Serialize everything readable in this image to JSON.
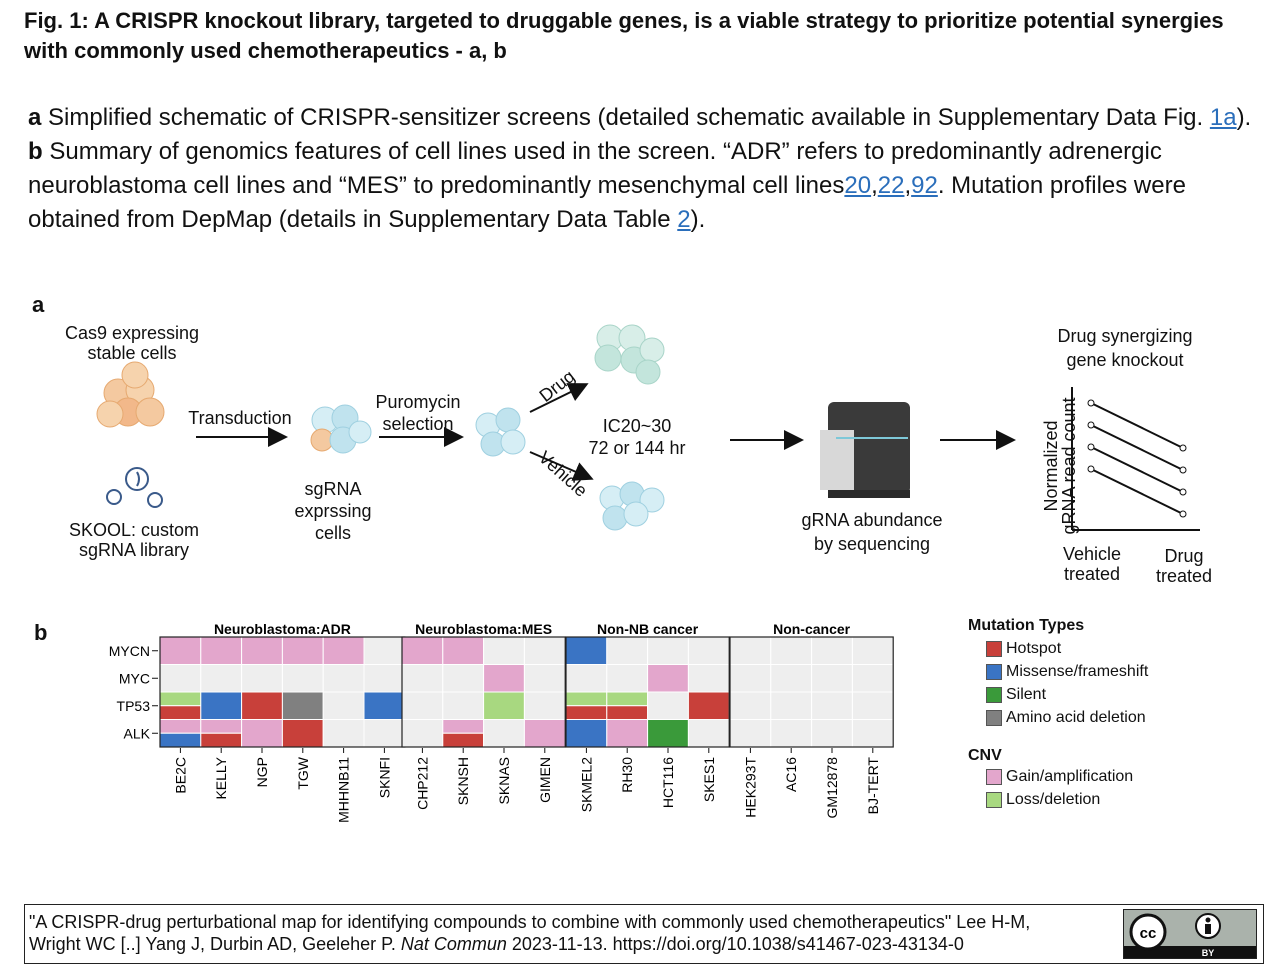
{
  "figure": {
    "title": "Fig. 1: A CRISPR knockout library, targeted to druggable genes, is a viable strategy to prioritize potential synergies with commonly used chemotherapeutics - a, b"
  },
  "caption": {
    "a_label": "a",
    "a_text": " Simplified schematic of CRISPR-sensitizer screens (detailed schematic available in Supplementary Data Fig. ",
    "a_link": "1a",
    "a_end": "). ",
    "b_label": "b",
    "b_text": " Summary of genomics features of cell lines used in the screen. “ADR” refers to predominantly adrenergic neuroblastoma cell lines and “MES” to predominantly mesenchymal cell lines",
    "ref1": "20",
    "comma1": ",",
    "ref2": "22",
    "comma2": ",",
    "ref3": "92",
    "b_end": ". Mutation profiles were obtained from DepMap (details in Supplementary Data Table ",
    "table_link": "2",
    "final": ")."
  },
  "panel_a": {
    "letter": "a",
    "cas9": "Cas9 expressing\nstable cells",
    "skool": "SKOOL: custom\nsgRNA library",
    "transduction": "Transduction",
    "sgrna_cells": "sgRNA\nexprssing\ncells",
    "puromycin": "Puromycin\nselection",
    "drug": "Drug",
    "vehicle": "Vehicle",
    "ic": "IC20~30\n72 or 144 hr",
    "gRNA_abundance": "gRNA abundance\nby sequencing",
    "synergy_title": "Drug synergizing\ngene knockout",
    "ylabel": "Normalized\ngRNA read count",
    "x_vehicle": "Vehicle\ntreated",
    "x_drug": "Drug\ntreated"
  },
  "panel_b": {
    "letter": "b",
    "groups": [
      "Neuroblastoma:ADR",
      "Neuroblastoma:MES",
      "Non-NB cancer",
      "Non-cancer"
    ],
    "genes": [
      "MYCN",
      "MYC",
      "TP53",
      "ALK"
    ],
    "cell_lines": [
      [
        "BE2C",
        "KELLY",
        "NGP",
        "TGW",
        "MHHNB11",
        "SKNFI"
      ],
      [
        "CHP212",
        "SKNSH",
        "SKNAS",
        "GIMEN"
      ],
      [
        "SKMEL2",
        "RH30",
        "HCT116",
        "SKES1"
      ],
      [
        "HEK293T",
        "AC16",
        "GM12878",
        "BJ-TERT"
      ]
    ],
    "legend": {
      "mutation_title": "Mutation Types",
      "mutation_items": [
        {
          "label": "Hotspot",
          "color": "#c8403a"
        },
        {
          "label": "Missense/frameshift",
          "color": "#3a74c4"
        },
        {
          "label": "Silent",
          "color": "#3a9a3a"
        },
        {
          "label": "Amino acid deletion",
          "color": "#808080"
        }
      ],
      "cnv_title": "CNV",
      "cnv_items": [
        {
          "label": "Gain/amplification",
          "color": "#e3a6cc"
        },
        {
          "label": "Loss/deletion",
          "color": "#a8d880"
        }
      ]
    },
    "colors": {
      "empty": "#eeeeee",
      "gain": "#e3a6cc",
      "loss": "#a8d880",
      "hotspot": "#c8403a",
      "missense": "#3a74c4",
      "silent": "#3a9a3a",
      "deletion": "#808080"
    },
    "cells": [
      [
        {
          "MYCN": [
            "gain"
          ],
          "MYC": [],
          "TP53": [
            "loss",
            "hotspot"
          ],
          "ALK": [
            "gain",
            "missense"
          ]
        },
        {
          "MYCN": [
            "gain"
          ],
          "MYC": [],
          "TP53": [
            "missense"
          ],
          "ALK": [
            "gain",
            "hotspot"
          ]
        },
        {
          "MYCN": [
            "gain"
          ],
          "MYC": [],
          "TP53": [
            "hotspot"
          ],
          "ALK": [
            "gain"
          ]
        },
        {
          "MYCN": [
            "gain"
          ],
          "MYC": [],
          "TP53": [
            "deletion"
          ],
          "ALK": [
            "hotspot"
          ]
        },
        {
          "MYCN": [
            "gain"
          ],
          "MYC": [],
          "TP53": [],
          "ALK": []
        },
        {
          "MYCN": [],
          "MYC": [],
          "TP53": [
            "missense"
          ],
          "ALK": []
        }
      ],
      [
        {
          "MYCN": [
            "gain"
          ],
          "MYC": [],
          "TP53": [],
          "ALK": []
        },
        {
          "MYCN": [
            "gain"
          ],
          "MYC": [],
          "TP53": [],
          "ALK": [
            "gain",
            "hotspot"
          ]
        },
        {
          "MYCN": [],
          "MYC": [
            "gain"
          ],
          "TP53": [
            "loss"
          ],
          "ALK": []
        },
        {
          "MYCN": [],
          "MYC": [],
          "TP53": [],
          "ALK": [
            "gain"
          ]
        }
      ],
      [
        {
          "MYCN": [
            "missense"
          ],
          "MYC": [],
          "TP53": [
            "loss",
            "hotspot"
          ],
          "ALK": [
            "missense"
          ]
        },
        {
          "MYCN": [],
          "MYC": [],
          "TP53": [
            "loss",
            "hotspot"
          ],
          "ALK": [
            "gain"
          ]
        },
        {
          "MYCN": [],
          "MYC": [
            "gain"
          ],
          "TP53": [],
          "ALK": [
            "silent"
          ]
        },
        {
          "MYCN": [],
          "MYC": [],
          "TP53": [
            "hotspot"
          ],
          "ALK": []
        }
      ],
      [
        {
          "MYCN": [],
          "MYC": [],
          "TP53": [],
          "ALK": []
        },
        {
          "MYCN": [],
          "MYC": [],
          "TP53": [],
          "ALK": []
        },
        {
          "MYCN": [],
          "MYC": [],
          "TP53": [],
          "ALK": []
        },
        {
          "MYCN": [],
          "MYC": [],
          "TP53": [],
          "ALK": []
        }
      ]
    ]
  },
  "citation": {
    "line1": "\"A CRISPR-drug perturbational map for identifying compounds to combine with commonly used chemotherapeutics\" Lee H-M,",
    "line2a": "Wright WC [..] Yang J, Durbin AD, Geeleher P. ",
    "journal": "Nat Commun",
    "line2b": " 2023-11-13. https://doi.org/10.1038/s41467-023-43134-0",
    "cc": "cc",
    "by": "BY"
  }
}
